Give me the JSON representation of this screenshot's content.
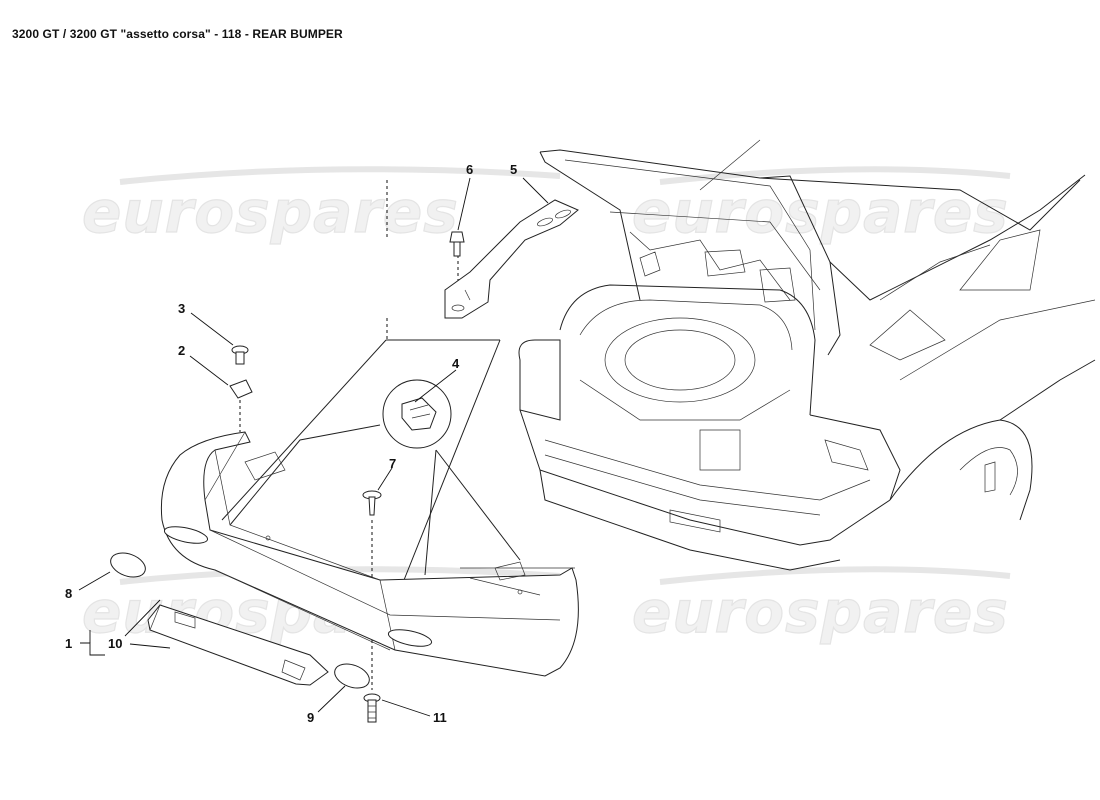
{
  "header": {
    "title": "3200 GT / 3200 GT \"assetto corsa\" - 118 - REAR BUMPER"
  },
  "watermark": {
    "text": "eurospares"
  },
  "callouts": {
    "c1": "1",
    "c2": "2",
    "c3": "3",
    "c4": "4",
    "c5": "5",
    "c6": "6",
    "c7": "7",
    "c8": "8",
    "c9": "9",
    "c10": "10",
    "c11": "11"
  }
}
